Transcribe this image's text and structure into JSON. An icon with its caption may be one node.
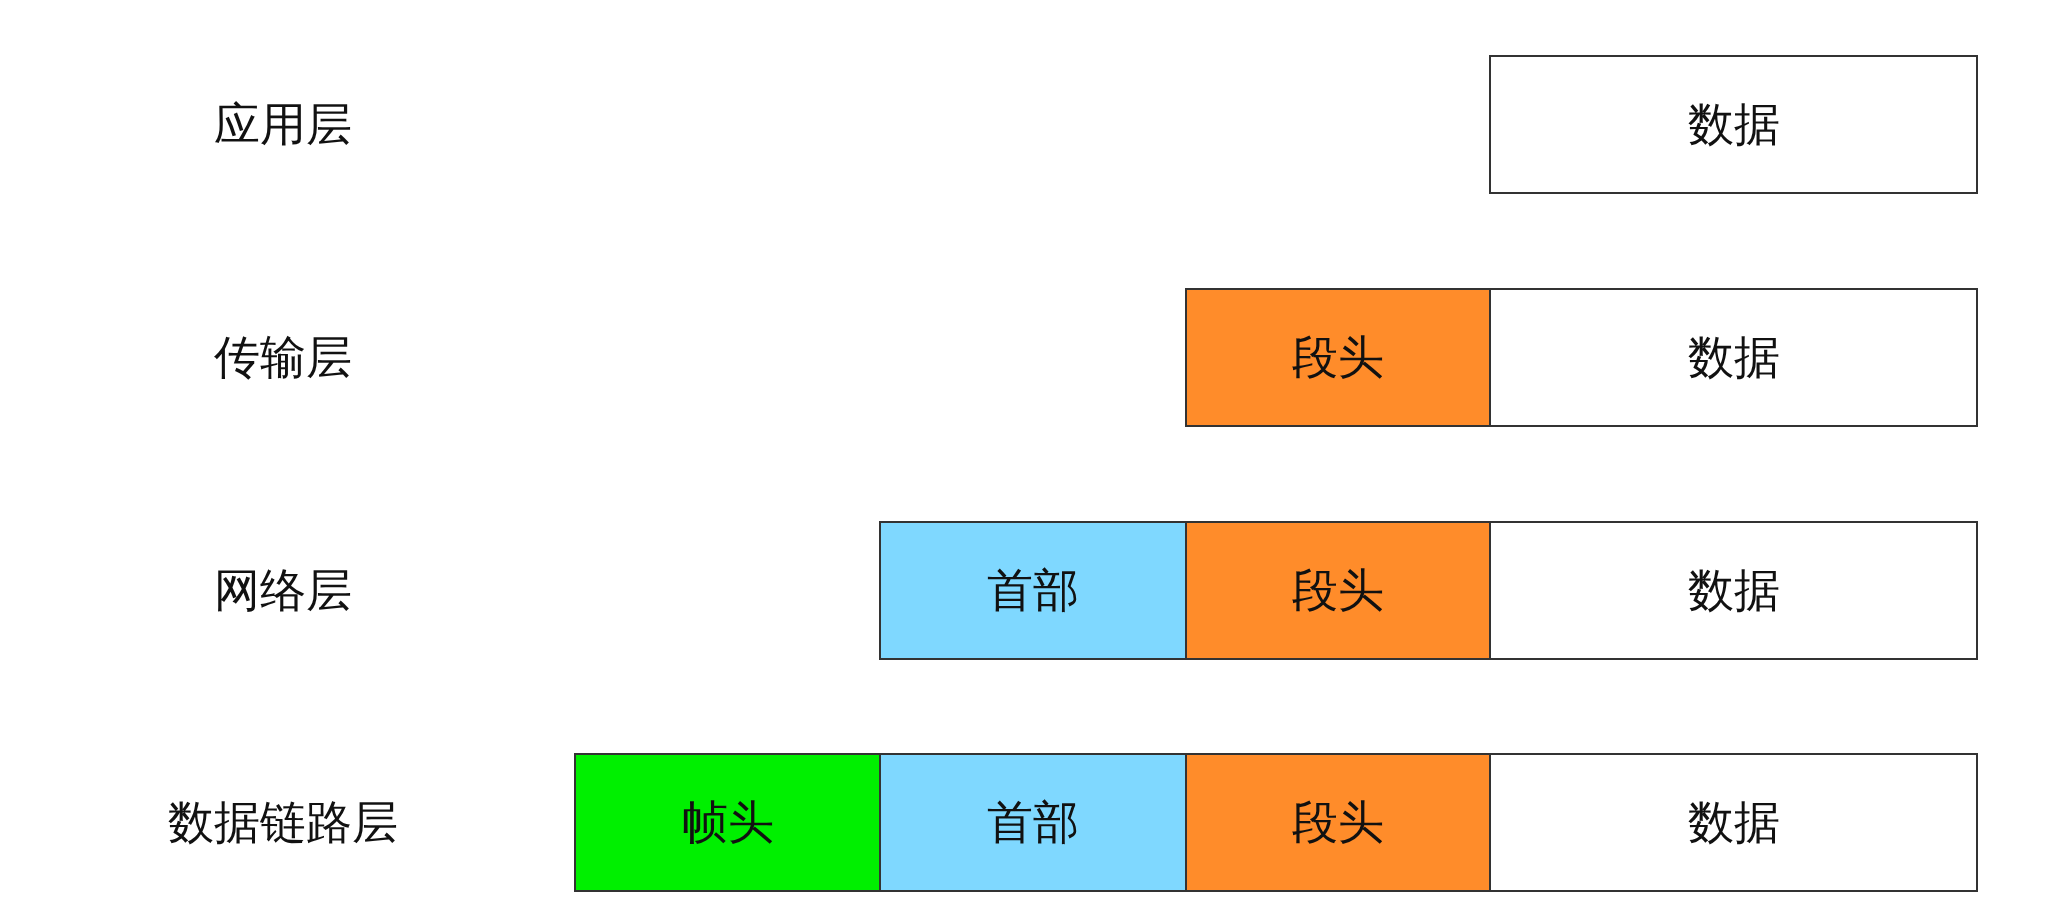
{
  "diagram": {
    "nodes": [
      {
        "text": [
          "数据"
        ]
      },
      {
        "text": [
          "段头"
        ]
      },
      {
        "text": [
          "数据"
        ]
      },
      {
        "text": [
          "首部"
        ]
      },
      {
        "text": [
          "段头"
        ]
      },
      {
        "text": [
          "数据"
        ]
      },
      {
        "text": [
          "帧头"
        ]
      },
      {
        "text": [
          "首部"
        ]
      },
      {
        "text": [
          "段头"
        ]
      },
      {
        "text": [
          "数据"
        ]
      }
    ],
    "labels": [
      "应用层",
      "传输层",
      "网络层",
      "数据链路层"
    ]
  }
}
